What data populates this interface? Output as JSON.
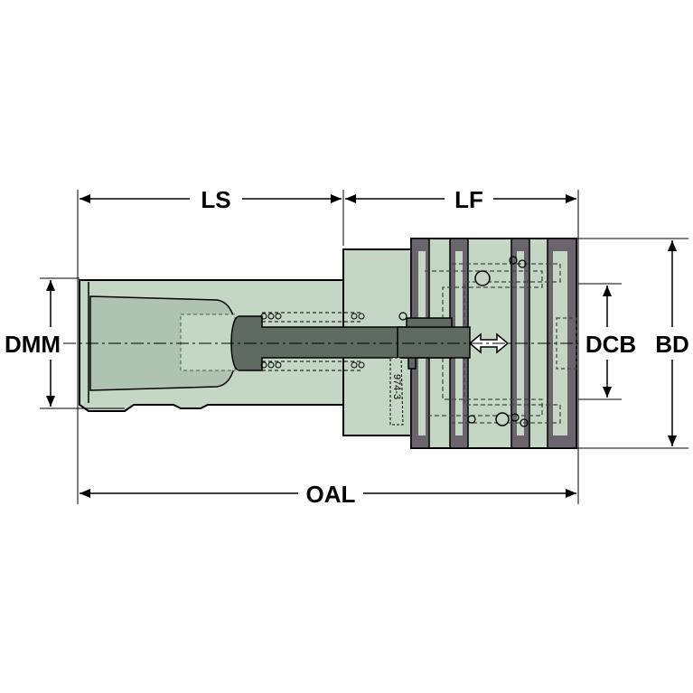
{
  "colors": {
    "body": "#c4d7c5",
    "body_shade": "#aec4b0",
    "spindle": "#5f6a63",
    "clamp": "#6a656c",
    "outline": "#000000"
  },
  "dimensions": {
    "ls": "LS",
    "lf": "LF",
    "dmm": "DMM",
    "dcb": "DCB",
    "bd": "BD",
    "oal": "OAL"
  },
  "markings": {
    "engraved_code": "974-3"
  }
}
